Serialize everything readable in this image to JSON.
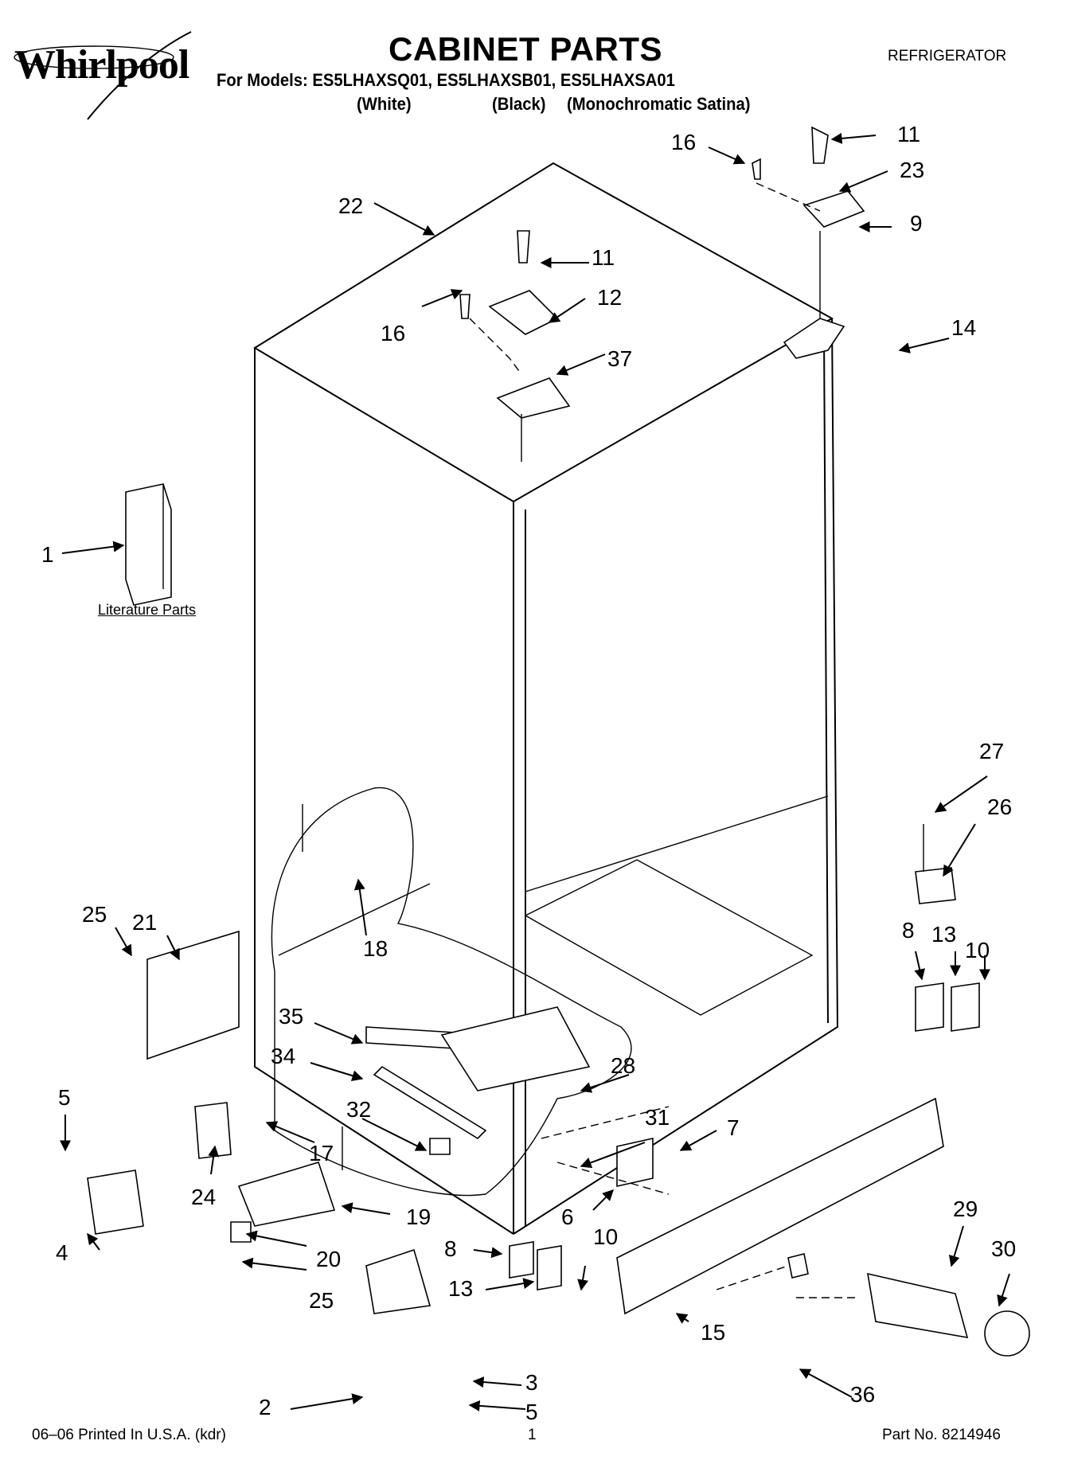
{
  "header": {
    "brand": "Whirlpool",
    "title": "CABINET PARTS",
    "category": "REFRIGERATOR",
    "models_line": "For Models: ES5LHAXSQ01, ES5LHAXSB01, ES5LHAXSA01",
    "variants": [
      "(White)",
      "(Black)",
      "(Monochromatic Satina)"
    ]
  },
  "literature_label": "Literature Parts",
  "callouts": {
    "c1": "1",
    "c2": "2",
    "c3": "3",
    "c4": "4",
    "c5a": "5",
    "c5b": "5",
    "c6": "6",
    "c7": "7",
    "c8a": "8",
    "c8b": "8",
    "c9": "9",
    "c10a": "10",
    "c10b": "10",
    "c11a": "11",
    "c11b": "11",
    "c12": "12",
    "c13a": "13",
    "c13b": "13",
    "c14": "14",
    "c15": "15",
    "c16a": "16",
    "c16b": "16",
    "c17": "17",
    "c18": "18",
    "c19": "19",
    "c20": "20",
    "c21": "21",
    "c22": "22",
    "c23": "23",
    "c24": "24",
    "c25a": "25",
    "c25b": "25",
    "c26": "26",
    "c27": "27",
    "c28": "28",
    "c29": "29",
    "c30": "30",
    "c31": "31",
    "c32": "32",
    "c34": "34",
    "c35": "35",
    "c36": "36",
    "c37": "37"
  },
  "footer": {
    "printed": "06–06 Printed In U.S.A. (kdr)",
    "page": "1",
    "part_no": "Part No. 8214946"
  }
}
